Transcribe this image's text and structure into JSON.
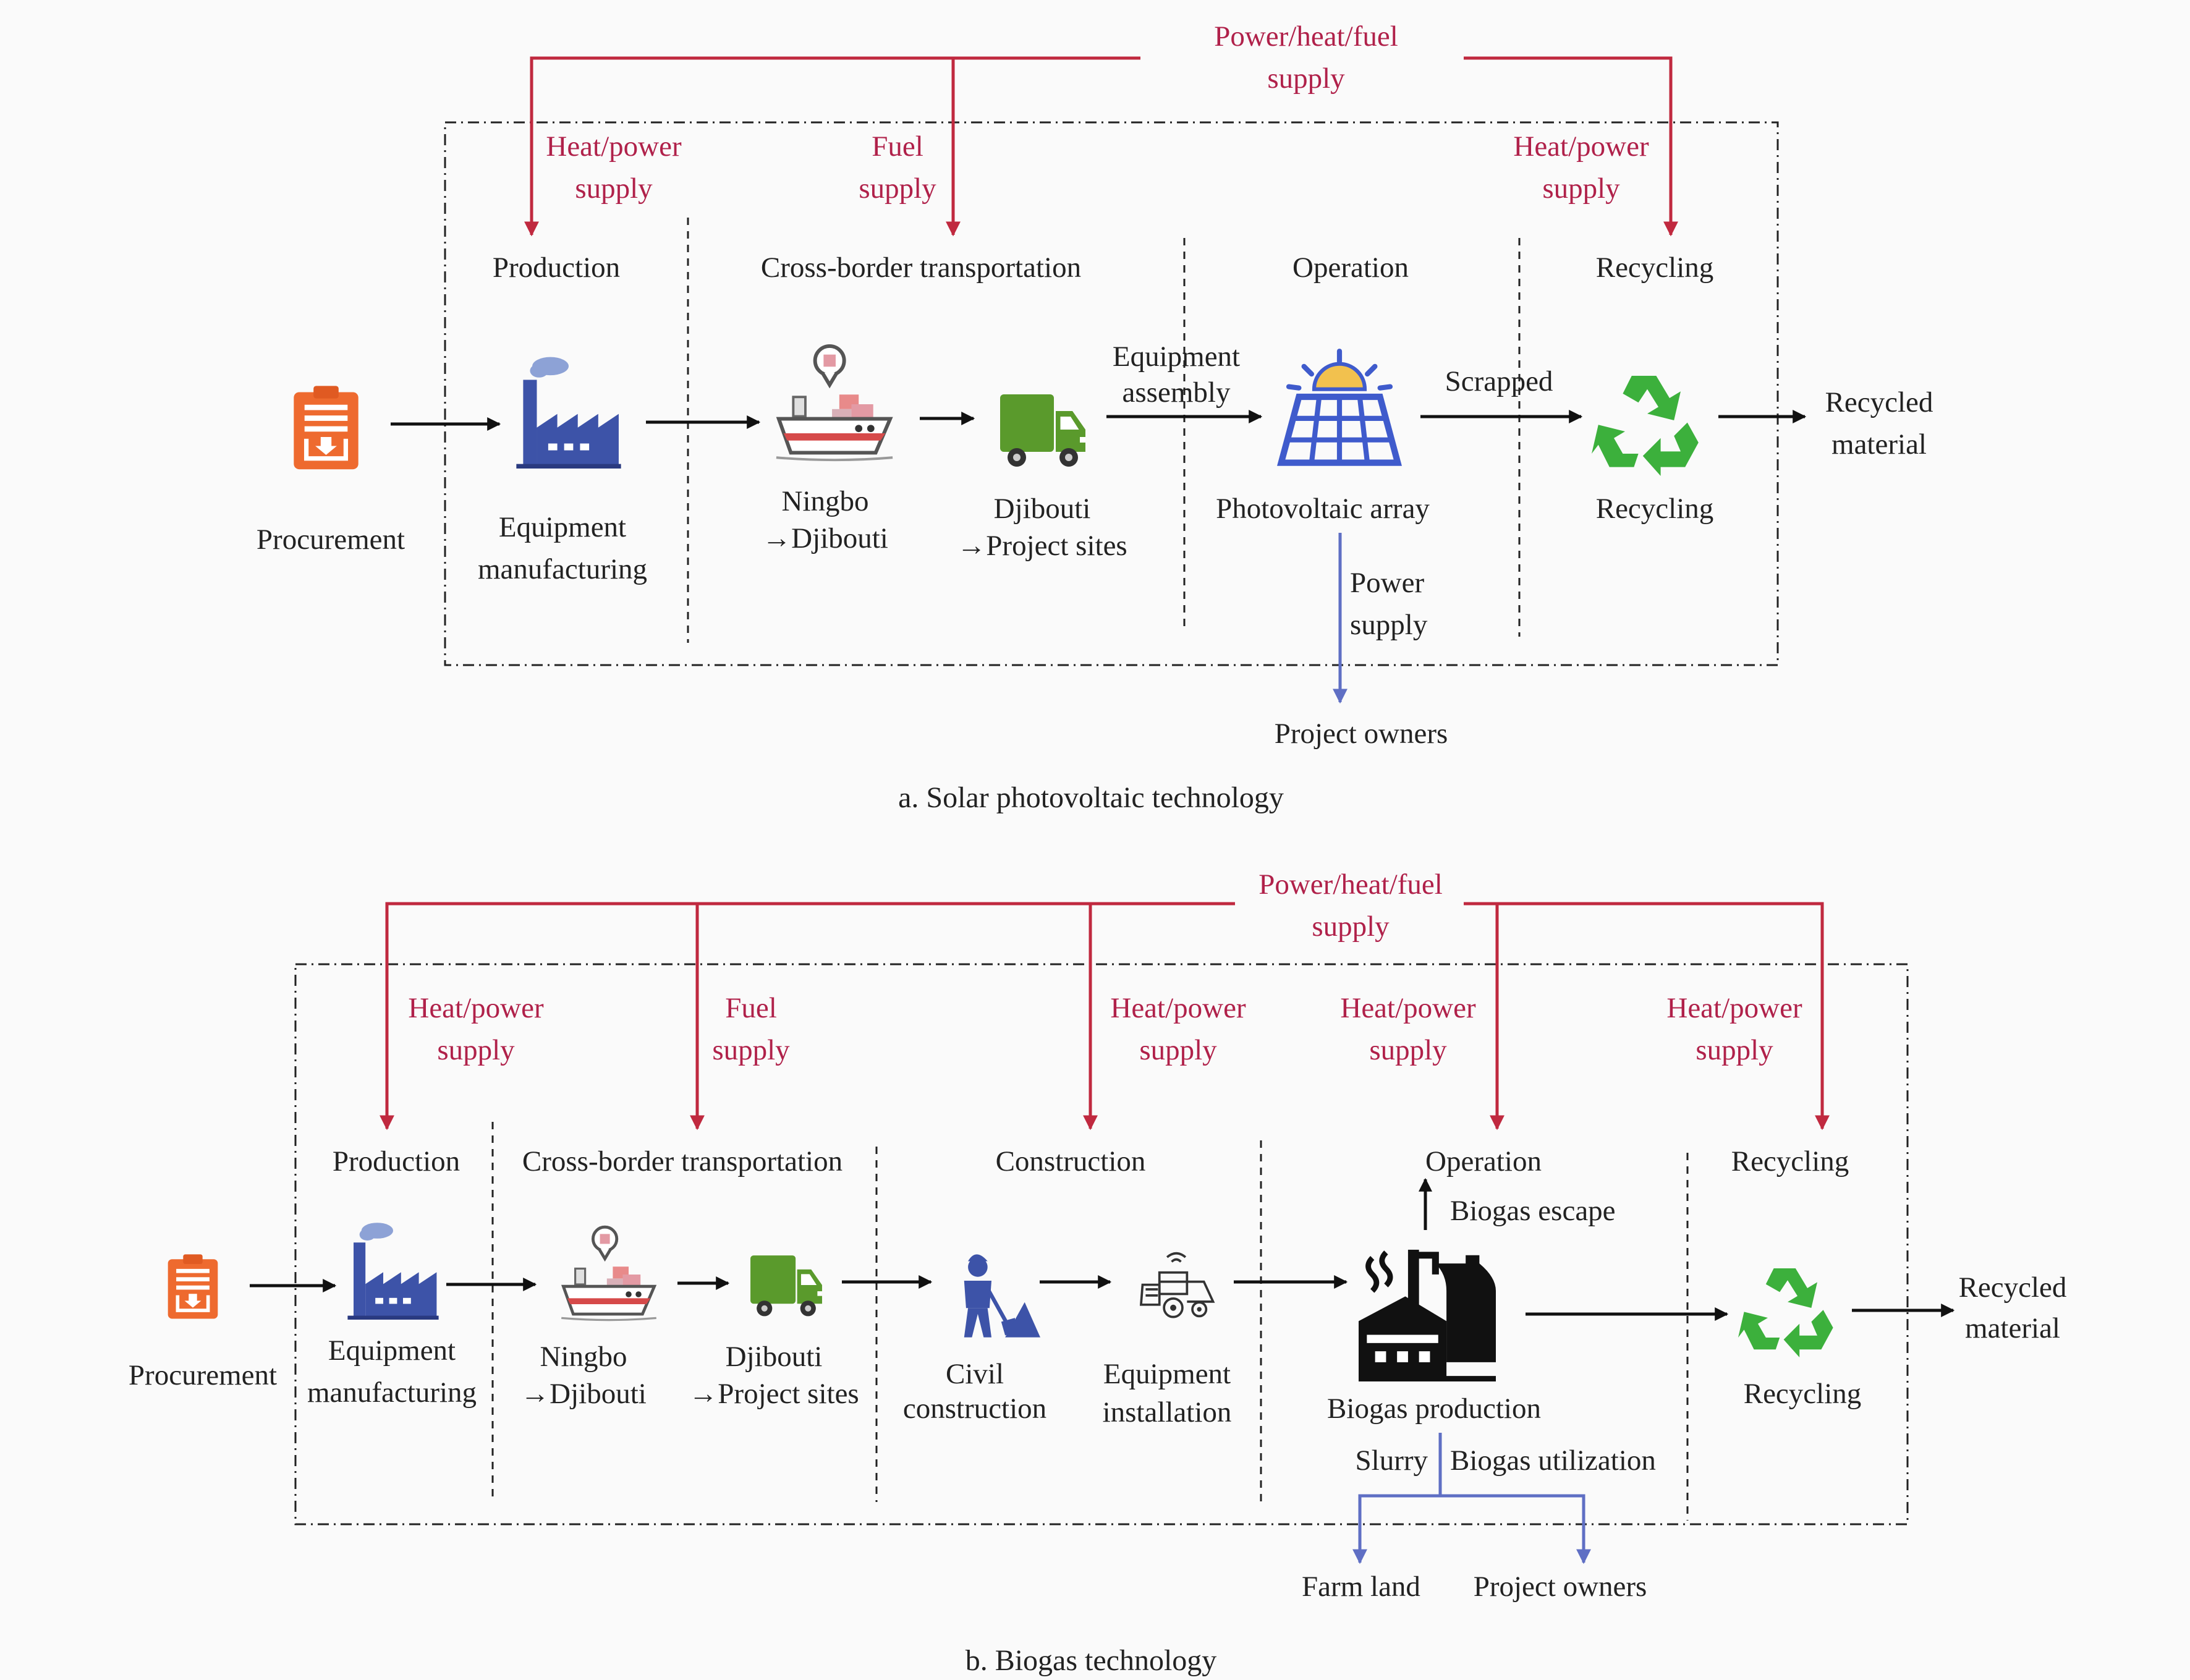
{
  "colors": {
    "supply_red": "#c0293f",
    "supply_text": "#b0214a",
    "blue_arrow": "#5f6fc4",
    "black_arrow": "#111111",
    "procurement_orange": "#ee6a2f",
    "factory_blue": "#3d53a8",
    "truck_green": "#5a9a2c",
    "recycle_green": "#3cb03c"
  },
  "icons": [
    "clipboard-icon",
    "factory-icon",
    "ship-icon",
    "truck-icon",
    "solar-panel-icon",
    "recycle-icon",
    "worker-icon",
    "harvester-icon",
    "biogas-plant-icon"
  ],
  "panel_a": {
    "caption": "a. Solar photovoltaic technology",
    "top_supply": [
      "Power/heat/fuel",
      "supply"
    ],
    "supply_labels": {
      "production": [
        "Heat/power",
        "supply"
      ],
      "transport": [
        "Fuel",
        "supply"
      ],
      "recycling": [
        "Heat/power",
        "supply"
      ]
    },
    "stages": {
      "production": "Production",
      "transport": "Cross-border transportation",
      "operation": "Operation",
      "recycling": "Recycling"
    },
    "nodes": {
      "procurement": "Procurement",
      "manufacturing": [
        "Equipment",
        "manufacturing"
      ],
      "ship": [
        "Ningbo",
        "→Djibouti"
      ],
      "truck": [
        "Djibouti",
        "→Project sites"
      ],
      "pv": "Photovoltaic array",
      "recycling": "Recycling",
      "recycled": [
        "Recycled",
        "material"
      ],
      "owners": "Project owners"
    },
    "arrows": {
      "assembly": [
        "Equipment",
        "assembly"
      ],
      "scrapped": "Scrapped",
      "power": [
        "Power",
        "supply"
      ]
    }
  },
  "panel_b": {
    "caption": "b. Biogas technology",
    "top_supply": [
      "Power/heat/fuel",
      "supply"
    ],
    "supply_labels": {
      "production": [
        "Heat/power",
        "supply"
      ],
      "transport": [
        "Fuel",
        "supply"
      ],
      "construction": [
        "Heat/power",
        "supply"
      ],
      "operation": [
        "Heat/power",
        "supply"
      ],
      "recycling": [
        "Heat/power",
        "supply"
      ]
    },
    "stages": {
      "production": "Production",
      "transport": "Cross-border transportation",
      "construction": "Construction",
      "operation": "Operation",
      "recycling": "Recycling"
    },
    "nodes": {
      "procurement": "Procurement",
      "manufacturing": [
        "Equipment",
        "manufacturing"
      ],
      "ship": [
        "Ningbo",
        "→Djibouti"
      ],
      "truck": [
        "Djibouti",
        "→Project sites"
      ],
      "civil": [
        "Civil",
        "construction"
      ],
      "install": [
        "Equipment",
        "installation"
      ],
      "biogas": "Biogas production",
      "recycling": "Recycling",
      "recycled": [
        "Recycled",
        "material"
      ],
      "farm": "Farm land",
      "owners": "Project owners"
    },
    "arrows": {
      "escape": "Biogas escape",
      "slurry": "Slurry",
      "utilization": "Biogas utilization"
    }
  }
}
